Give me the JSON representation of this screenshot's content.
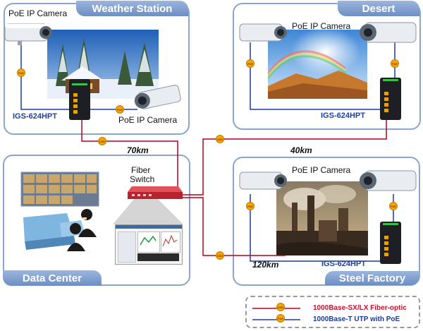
{
  "panels": {
    "weather": {
      "title": "Weather Station",
      "camera1": "PoE IP Camera",
      "camera2": "PoE IP Camera",
      "switch_model": "IGS-624HPT"
    },
    "desert": {
      "title": "Desert",
      "camera": "PoE IP Camera",
      "switch_model": "IGS-624HPT"
    },
    "data_center": {
      "title": "Data Center",
      "switch_label_1": "Fiber",
      "switch_label_2": "Switch"
    },
    "steel": {
      "title": "Steel Factory",
      "camera": "PoE IP Camera",
      "switch_model": "IGS-624HPT"
    }
  },
  "distances": {
    "weather": "70km",
    "desert": "40km",
    "steel": "120km"
  },
  "badges": {
    "fiber": "1000",
    "poe": "PoE"
  },
  "legend": {
    "fiber": "1000Base-SX/LX Fiber-optic",
    "utp": "1000Base-T UTP with PoE"
  },
  "colors": {
    "fiber": "#b4001e",
    "utp": "#1b3aa0",
    "panel_border": "#8aa6cc",
    "tab": "#7f9fd0",
    "model_text": "#1f3f9c",
    "fiber_legend_text": "#c8102e",
    "utp_legend_text": "#1b3aa0",
    "badge": "#f5a400"
  }
}
